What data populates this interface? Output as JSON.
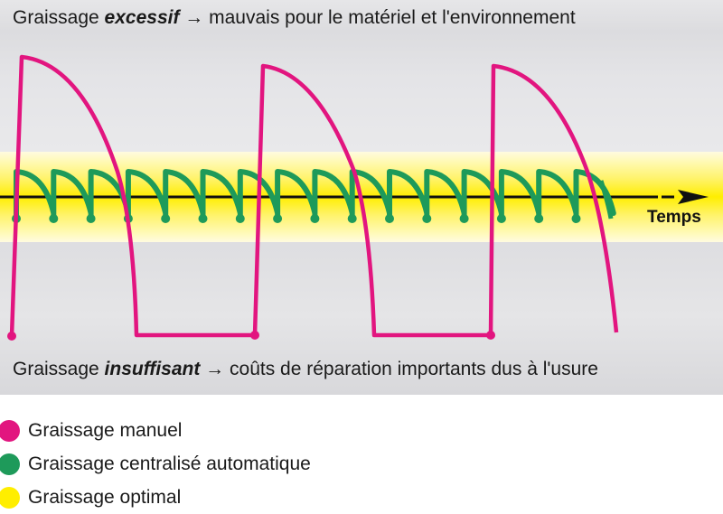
{
  "captions": {
    "top": {
      "prefix": "Graissage ",
      "emphasis": "excessif",
      "arrow": " → ",
      "suffix": "mauvais pour le matériel et l'environnement"
    },
    "bottom": {
      "prefix": "Graissage ",
      "emphasis": "insuffisant",
      "arrow": " → ",
      "suffix": "coûts de réparation importants dus à l'usure"
    }
  },
  "axis": {
    "label": "Temps",
    "icon": "arrow-right-icon"
  },
  "colors": {
    "manual": "#e2157f",
    "automatic": "#1e9a5a",
    "optimal": "#ffee00",
    "axis": "#111111",
    "background": "#e4e4e7"
  },
  "legend": [
    {
      "label": "Graissage manuel",
      "color": "#e2157f"
    },
    {
      "label": "Graissage centralisé automatique",
      "color": "#1e9a5a"
    },
    {
      "label": "Graissage optimal",
      "color": "#ffee00"
    }
  ],
  "chart_data": {
    "type": "line",
    "title": "",
    "xlabel": "Temps",
    "ylabel": "",
    "grid": false,
    "legend_position": "bottom-left",
    "zones": [
      {
        "name": "Graissage excessif",
        "position": "above optimal band"
      },
      {
        "name": "Graissage optimal",
        "position": "central band around time axis"
      },
      {
        "name": "Graissage insuffisant",
        "position": "below optimal band"
      }
    ],
    "series": [
      {
        "name": "Graissage manuel",
        "description": "3 large cycles: sharp rise to high excess, slow decay to deficiency, flat deficiency period",
        "cycles": 3,
        "peak_level": "excessive",
        "trough_level": "insufficient"
      },
      {
        "name": "Graissage centralisé automatique",
        "description": "16 small frequent cycles staying within the optimal band",
        "cycles": 16,
        "peak_level": "optimal-high",
        "trough_level": "optimal-low"
      }
    ]
  }
}
